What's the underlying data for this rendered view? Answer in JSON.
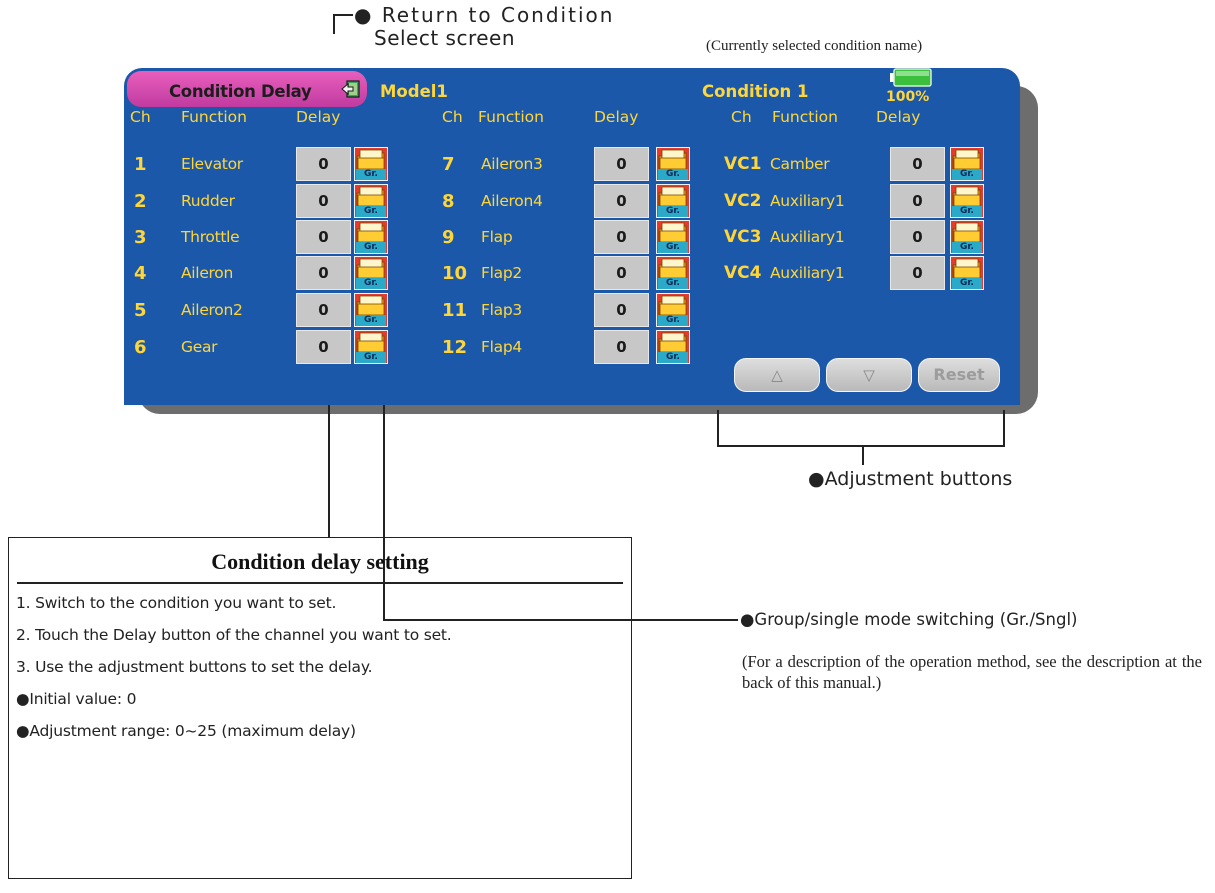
{
  "annotations": {
    "return_line1": "Return to Condition",
    "return_line2": "Select screen",
    "current_condition": "(Currently selected condition name)",
    "adjustment": "Adjustment buttons",
    "group_switch": "Group/single mode switching (Gr./Sngl)",
    "group_desc": "(For a description of the operation method, see the description at the back of this manual.)"
  },
  "screen": {
    "title": "Condition Delay",
    "model": "Model1",
    "condition": "Condition 1",
    "battery": "100%",
    "headers": {
      "ch": "Ch",
      "function": "Function",
      "delay": "Delay"
    },
    "group_label": "Gr.",
    "rows": [
      {
        "ch": "1",
        "function": "Elevator",
        "delay": "0"
      },
      {
        "ch": "2",
        "function": "Rudder",
        "delay": "0"
      },
      {
        "ch": "3",
        "function": "Throttle",
        "delay": "0"
      },
      {
        "ch": "4",
        "function": "Aileron",
        "delay": "0"
      },
      {
        "ch": "5",
        "function": "Aileron2",
        "delay": "0"
      },
      {
        "ch": "6",
        "function": "Gear",
        "delay": "0"
      },
      {
        "ch": "7",
        "function": "Aileron3",
        "delay": "0"
      },
      {
        "ch": "8",
        "function": "Aileron4",
        "delay": "0"
      },
      {
        "ch": "9",
        "function": "Flap",
        "delay": "0"
      },
      {
        "ch": "10",
        "function": "Flap2",
        "delay": "0"
      },
      {
        "ch": "11",
        "function": "Flap3",
        "delay": "0"
      },
      {
        "ch": "12",
        "function": "Flap4",
        "delay": "0"
      },
      {
        "ch": "VC1",
        "function": "Camber",
        "delay": "0"
      },
      {
        "ch": "VC2",
        "function": "Auxiliary1",
        "delay": "0"
      },
      {
        "ch": "VC3",
        "function": "Auxiliary1",
        "delay": "0"
      },
      {
        "ch": "VC4",
        "function": "Auxiliary1",
        "delay": "0"
      }
    ],
    "buttons": {
      "up": "△",
      "down": "▽",
      "reset": "Reset"
    }
  },
  "instructions": {
    "title": "Condition delay setting",
    "steps": [
      "1. Switch to the condition you want to set.",
      "2. Touch the Delay button of the channel you want to set.",
      "3. Use the adjustment buttons to set the delay.",
      "Initial value: 0",
      "Adjustment range: 0~25 (maximum delay)"
    ]
  },
  "icons": {
    "bullet": "●",
    "return": "return-door-icon",
    "battery": "battery-icon",
    "group": "group-folder-icon"
  },
  "colors": {
    "screen_bg": "#1b58a9",
    "label_yellow": "#ffd63a",
    "title_button": "#d94cb0",
    "delay_button": "#c7c7c7"
  }
}
